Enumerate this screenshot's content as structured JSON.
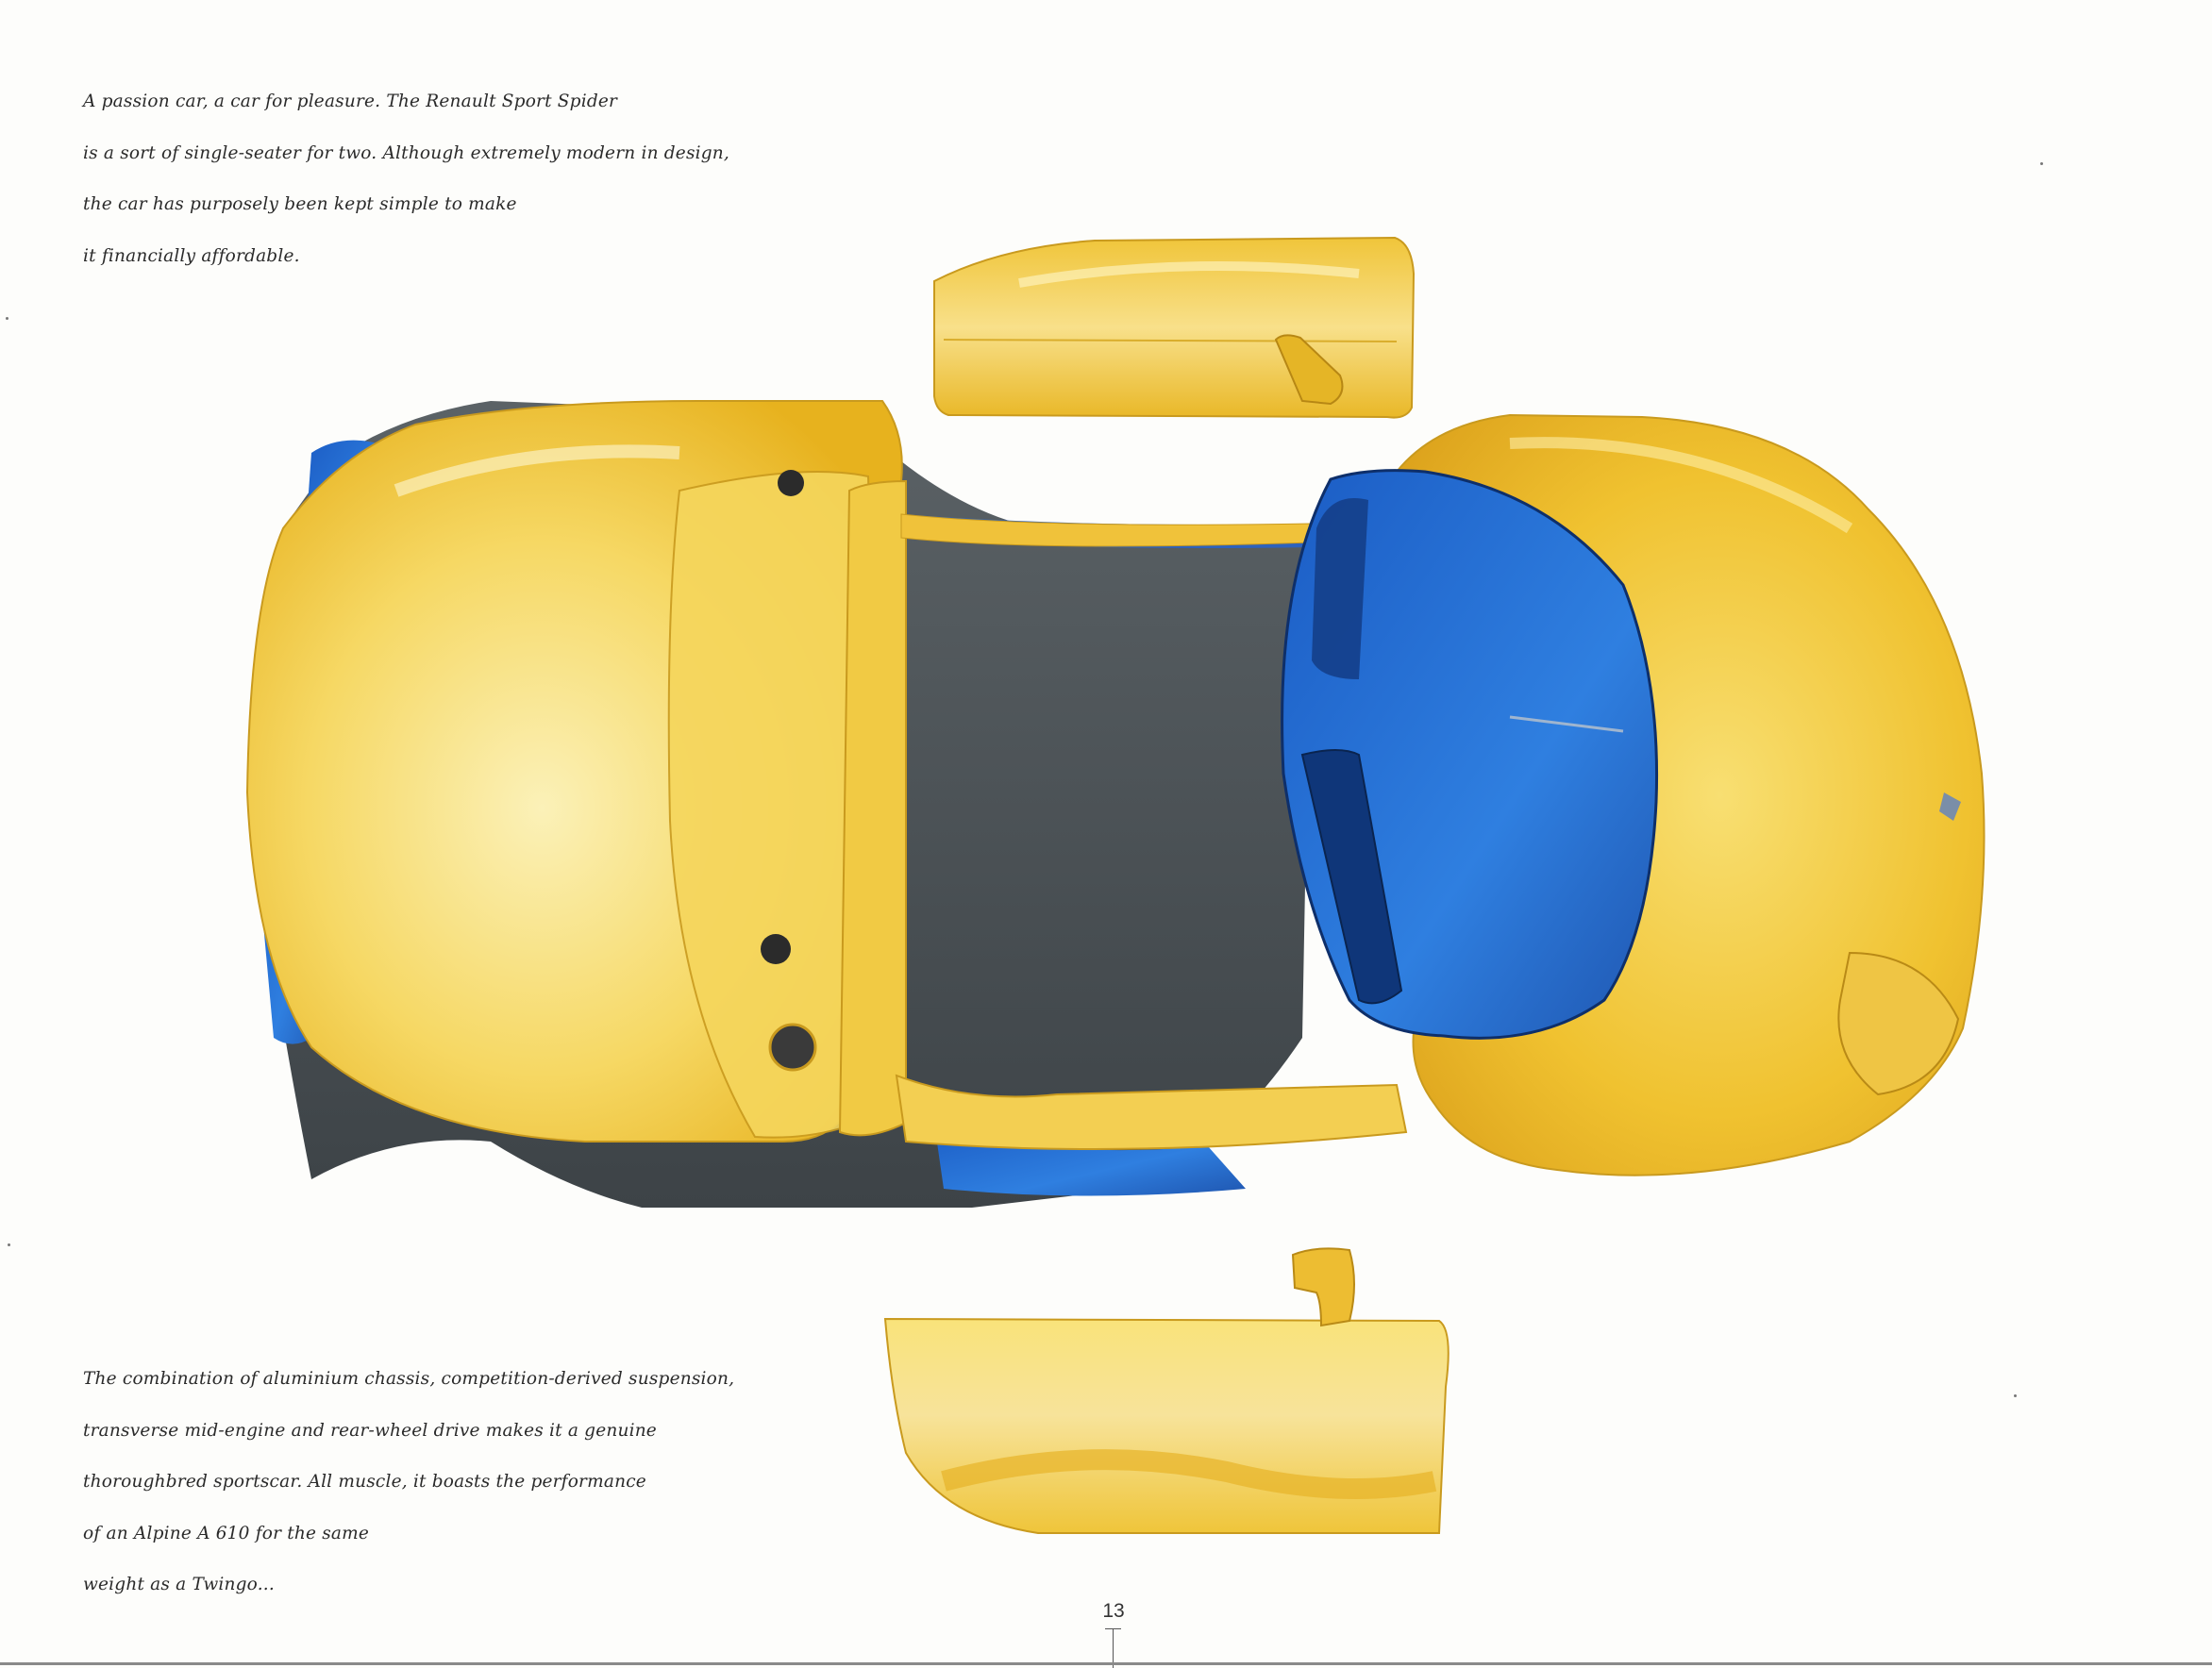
{
  "intro_text": [
    "A passion car, a car for pleasure. The Renault Sport Spider",
    "is a sort of single-seater for two. Although extremely modern in design,",
    "the car has purposely been kept simple to make",
    "it financially affordable."
  ],
  "closing_text": [
    "The combination of aluminium chassis, competition-derived suspension,",
    "transverse mid-engine and rear-wheel drive makes it a genuine",
    "thoroughbred sportscar. All muscle, it boasts the performance",
    "of an Alpine A 610 for the same",
    "weight as a Twingo..."
  ],
  "page_number": "13",
  "colors": {
    "body_yellow": "#f2c532",
    "highlight_yellow": "#fbeea3",
    "chassis_blue": "#2f6fd0",
    "chassis_grey": "#4f5559",
    "page_background": "#fdfdfb"
  }
}
